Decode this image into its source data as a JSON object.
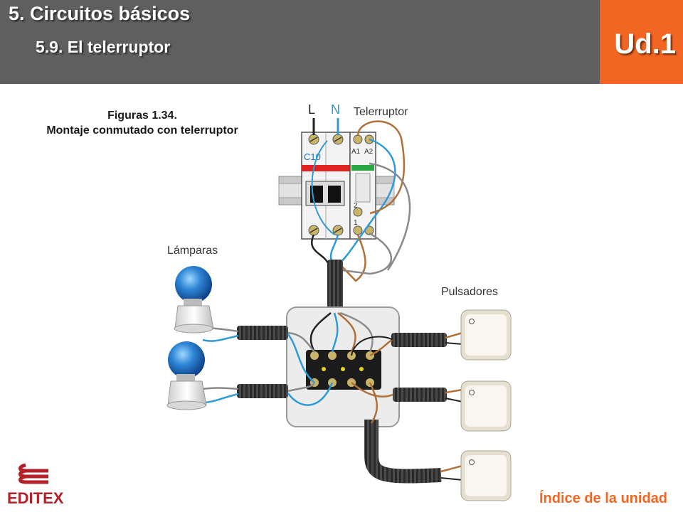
{
  "header": {
    "title": "5. Circuitos básicos",
    "subtitle": "5.9. El telerruptor",
    "unit_badge": "Ud.1",
    "colors": {
      "bar": "#5f5f5f",
      "accent": "#f26522"
    }
  },
  "figure": {
    "caption_line1": "Figuras 1.34.",
    "caption_line2": "Montaje conmutado con telerruptor",
    "labels": {
      "L": "L",
      "N": "N",
      "telerruptor": "Telerruptor",
      "lamparas": "Lámparas",
      "pulsadores": "Pulsadores",
      "c10": "C10",
      "a1": "A1",
      "a2": "A2",
      "t2": "2",
      "t1": "1"
    },
    "wire_colors": {
      "phase": "#b0703a",
      "neutral": "#2e9bd6",
      "return": "#8a8a8a",
      "earth": "#222222"
    }
  },
  "footer": {
    "logo_text": "EDITEX",
    "index_link": "Índice de la unidad"
  }
}
